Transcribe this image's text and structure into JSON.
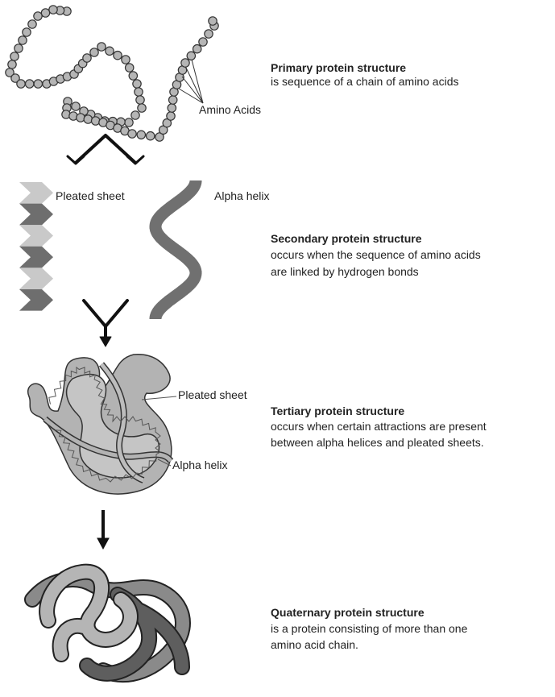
{
  "labels": {
    "amino_acids": "Amino Acids",
    "pleated_sheet": "Pleated sheet",
    "alpha_helix": "Alpha helix",
    "tertiary_pleated_sheet": "Pleated sheet",
    "tertiary_alpha_helix": "Alpha helix"
  },
  "stages": {
    "primary": {
      "title": "Primary protein structure",
      "lines": [
        "is sequence of a chain of amino acids"
      ]
    },
    "secondary": {
      "title": "Secondary protein structure",
      "lines": [
        "occurs when the sequence of amino acids",
        "are linked by hydrogen bonds"
      ]
    },
    "tertiary": {
      "title": "Tertiary protein structure",
      "lines": [
        "occurs when certain attractions are present",
        "between alpha helices and pleated sheets."
      ]
    },
    "quaternary": {
      "title": "Quaternary protein structure",
      "lines": [
        "is a protein consisting of more than one",
        "amino acid chain."
      ]
    }
  },
  "colors": {
    "bead_fill": "#b5b5b5",
    "bead_stroke": "#333333",
    "sheet_light": "#c9c9c9",
    "sheet_dark": "#6e6e6e",
    "helix": "#707070",
    "tertiary_fill": "#b3b3b3",
    "quaternary_light": "#b5b5b5",
    "quaternary_mid": "#8a8a8a",
    "quaternary_dark": "#5e5e5e",
    "arrow": "#111111"
  }
}
